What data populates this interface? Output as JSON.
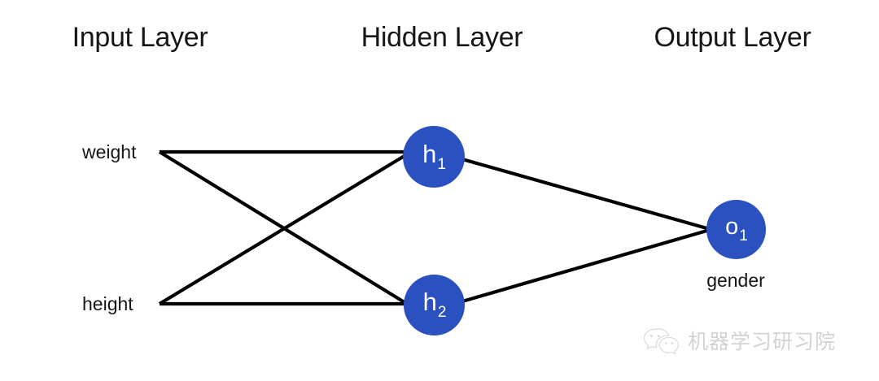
{
  "diagram": {
    "type": "neural-network",
    "background_color": "#ffffff",
    "node_color": "#2B50C0",
    "edge_color": "#000000",
    "text_color": "#161616",
    "titles": [
      {
        "id": "input",
        "label": "Input Layer"
      },
      {
        "id": "hidden",
        "label": "Hidden Layer"
      },
      {
        "id": "output",
        "label": "Output Layer"
      }
    ],
    "input_layer": {
      "nodes": [
        {
          "id": "weight",
          "label": "weight"
        },
        {
          "id": "height",
          "label": "height"
        }
      ]
    },
    "hidden_layer": {
      "nodes": [
        {
          "id": "h1",
          "label": "h",
          "subscript": "1"
        },
        {
          "id": "h2",
          "label": "h",
          "subscript": "2"
        }
      ]
    },
    "output_layer": {
      "nodes": [
        {
          "id": "o1",
          "label": "o",
          "subscript": "1",
          "caption": "gender"
        }
      ]
    },
    "edges": [
      {
        "from": "weight",
        "to": "h1"
      },
      {
        "from": "weight",
        "to": "h2"
      },
      {
        "from": "height",
        "to": "h1"
      },
      {
        "from": "height",
        "to": "h2"
      },
      {
        "from": "h1",
        "to": "o1"
      },
      {
        "from": "h2",
        "to": "o1"
      }
    ]
  },
  "watermark": {
    "text": "机器学习研习院",
    "icon": "wechat-logo-icon",
    "color": "#d2d2d2"
  }
}
